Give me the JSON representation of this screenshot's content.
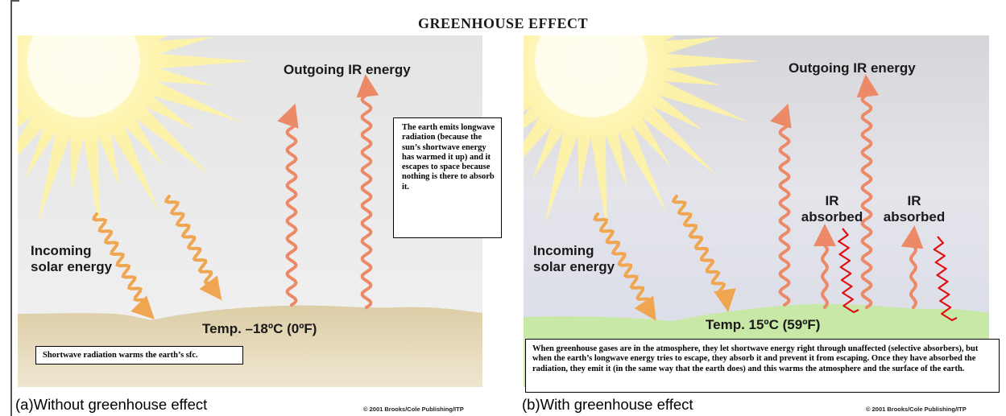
{
  "title": "GREENHOUSE EFFECT",
  "panel_a": {
    "caption": "(a)Without greenhouse effect",
    "credit": "© 2001 Brooks/Cole Publishing/ITP",
    "outgoing_label": "Outgoing IR energy",
    "incoming_label_line1": "Incoming",
    "incoming_label_line2": "solar energy",
    "temp_label": "Temp. –18ºC (0ºF)",
    "note_text": "The earth emits longwave radiation (because the sun’s shortwave energy has warmed it up) and it escapes to space because nothing is there to absorb it.",
    "bottom_note": "Shortwave radiation warms the earth’s sfc."
  },
  "panel_b": {
    "caption": "(b)With greenhouse effect",
    "credit": "© 2001 Brooks/Cole Publishing/ITP",
    "outgoing_label": "Outgoing IR energy",
    "incoming_label_line1": "Incoming",
    "incoming_label_line2": "solar energy",
    "temp_label": "Temp. 15ºC (59ºF)",
    "ir_label_top": "IR",
    "ir_label_bottom": "absorbed",
    "bottom_note": "When greenhouse gases are in the atmosphere, they let shortwave energy right through unaffected (selective absorbers), but when the earth’s longwave energy tries to escape, they absorb it and prevent it from escaping. Once they have absorbed the radiation, they emit it (in the same way that the earth does) and this warms the atmosphere and the surface of the earth."
  },
  "colors": {
    "ir_arrow": "#ec8a68",
    "solar_arrow": "#f0a650",
    "absorbed_squiggle": "#e01010",
    "ground_a": "#e2d4b0",
    "ground_b": "#c8e8a8",
    "sun": "#fff4a0"
  }
}
